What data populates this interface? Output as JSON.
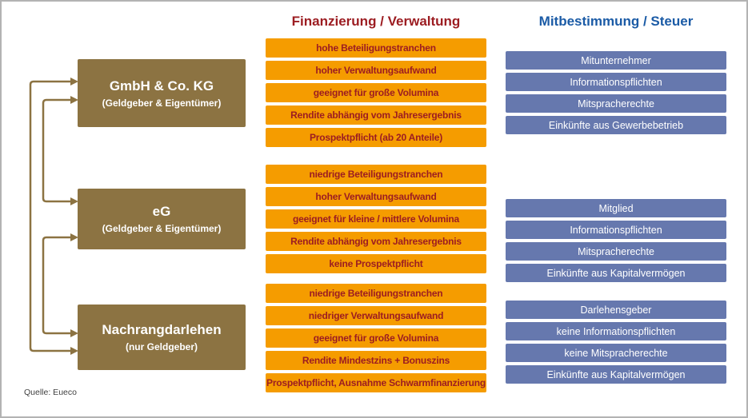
{
  "colors": {
    "brown": "#8c7342",
    "orange": "#f59c00",
    "orange_text": "#9c1d22",
    "blue": "#6678ae",
    "header_red": "#9c1d22",
    "header_blue": "#1b5ba6"
  },
  "headers": {
    "finance": "Finanzierung / Verwaltung",
    "taxes": "Mitbestimmung / Steuer"
  },
  "source": "Quelle: Eueco",
  "groups": [
    {
      "entity": {
        "title": "GmbH & Co. KG",
        "subtitle": "(Geldgeber & Eigentümer)"
      },
      "finance": [
        "hohe Beteiligungstranchen",
        "hoher Verwaltungsaufwand",
        "geeignet für große Volumina",
        "Rendite abhängig vom Jahresergebnis",
        "Prospektpflicht (ab 20 Anteile)"
      ],
      "tax": [
        "Mitunternehmer",
        "Informationspflichten",
        "Mitspracherechte",
        "Einkünfte aus Gewerbebetrieb"
      ]
    },
    {
      "entity": {
        "title": "eG",
        "subtitle": "(Geldgeber & Eigentümer)"
      },
      "finance": [
        "niedrige Beteiligungstranchen",
        "hoher Verwaltungsaufwand",
        "geeignet für kleine / mittlere Volumina",
        "Rendite abhängig vom Jahresergebnis",
        "keine Prospektpflicht"
      ],
      "tax": [
        "Mitglied",
        "Informationspflichten",
        "Mitspracherechte",
        "Einkünfte aus Kapitalvermögen"
      ]
    },
    {
      "entity": {
        "title": "Nachrangdarlehen",
        "subtitle": "(nur Geldgeber)"
      },
      "finance": [
        "niedrige Beteiligungstranchen",
        "niedriger Verwaltungsaufwand",
        "geeignet für große Volumina",
        "Rendite Mindestzins + Bonuszins",
        "Prospektpflicht, Ausnahme Schwarmfinanzierung"
      ],
      "tax": [
        "Darlehensgeber",
        "keine Informationspflichten",
        "keine Mitspracherechte",
        "Einkünfte aus Kapitalvermögen"
      ]
    }
  ]
}
